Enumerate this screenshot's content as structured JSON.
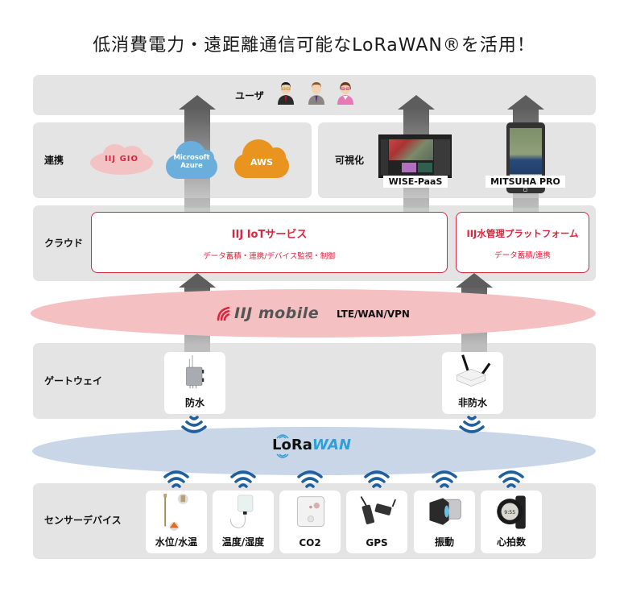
{
  "title": "低消費電力・遠距離通信可能なLoRaWAN®を活用！",
  "layers": {
    "user": {
      "label": "ユーザ",
      "icons": [
        "user-man-glasses-icon",
        "user-man-icon",
        "user-woman-icon"
      ]
    },
    "integration": {
      "label": "連携",
      "clouds": [
        {
          "name": "IIJ GIO",
          "color": "#f3c3c3",
          "text_color": "#d9263f"
        },
        {
          "name": "Microsoft Azure",
          "line1": "Microsoft",
          "line2": "Azure",
          "color": "#6aaedb",
          "text_color": "#ffffff"
        },
        {
          "name": "AWS",
          "color": "#e8941f",
          "text_color": "#ffffff"
        }
      ]
    },
    "visualization": {
      "label": "可視化",
      "apps": [
        {
          "name": "WISE-PaaS",
          "device": "monitor"
        },
        {
          "name": "MITSUHA PRO",
          "device": "tablet"
        }
      ]
    },
    "cloud": {
      "label": "クラウド",
      "services": [
        {
          "title": "IIJ IoTサービス",
          "subtitle": "データ蓄積・連携/デバイス監視・制御"
        },
        {
          "title": "IIJ水管理プラットフォーム",
          "subtitle": "データ蓄積/連携"
        }
      ]
    },
    "network": {
      "brand": "IIJ mobile",
      "protocols": "LTE/WAN/VPN",
      "color": "#f5c0c2"
    },
    "gateway": {
      "label": "ゲートウェイ",
      "devices": [
        {
          "caption": "防水"
        },
        {
          "caption": "非防水"
        }
      ]
    },
    "lorawan": {
      "brand_black": "LoRa",
      "brand_blue": "WAN",
      "color": "#c8d6e8",
      "accent": "#2f9fd8"
    },
    "sensors": {
      "label": "センサーデバイス",
      "devices": [
        {
          "caption": "水位/水温"
        },
        {
          "caption": "温度/湿度"
        },
        {
          "caption": "CO2"
        },
        {
          "caption": "GPS"
        },
        {
          "caption": "振動"
        },
        {
          "caption": "心拍数"
        }
      ]
    }
  },
  "colors": {
    "band": "#e4e4e4",
    "iij_red": "#d9263f",
    "wifi_blue": "#1f5f9e",
    "arrow_dark": "#5d5d5d"
  }
}
